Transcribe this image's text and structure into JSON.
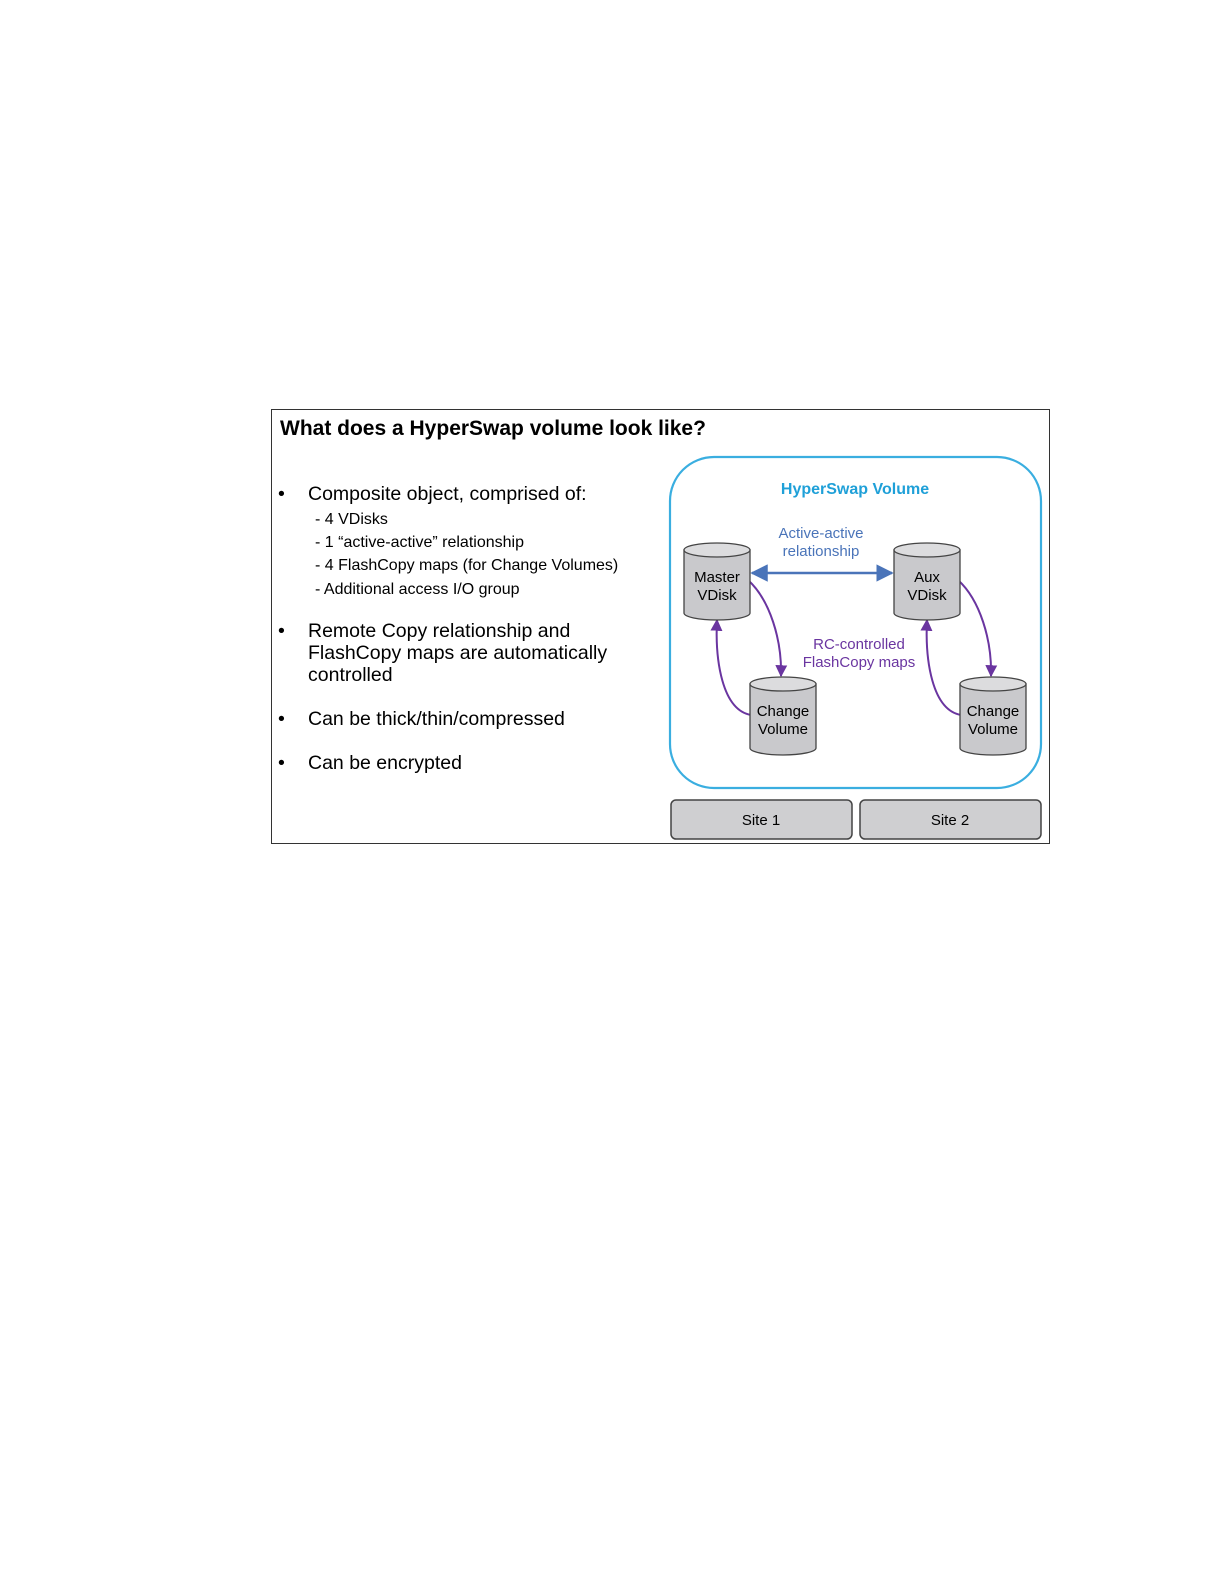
{
  "slide": {
    "title": "What does a HyperSwap volume look like?",
    "bullets": [
      {
        "text": "Composite object, comprised of:",
        "sub": [
          "- 4 VDisks",
          "- 1 “active-active” relationship",
          "- 4 FlashCopy maps (for Change Volumes)",
          "- Additional access I/O group"
        ]
      },
      {
        "text": "Remote Copy relationship and FlashCopy maps are automatically controlled",
        "sub": []
      },
      {
        "text": "Can be thick/thin/compressed",
        "sub": []
      },
      {
        "text": "Can be encrypted",
        "sub": []
      }
    ],
    "bullet_glyph": "•"
  },
  "diagram": {
    "container_title": "HyperSwap Volume",
    "relationship_label_line1": "Active-active",
    "relationship_label_line2": "relationship",
    "flashcopy_label_line1": "RC-controlled",
    "flashcopy_label_line2": "FlashCopy maps",
    "master": {
      "line1": "Master",
      "line2": "VDisk"
    },
    "aux": {
      "line1": "Aux",
      "line2": "VDisk"
    },
    "change_left": {
      "line1": "Change",
      "line2": "Volume"
    },
    "change_right": {
      "line1": "Change",
      "line2": "Volume"
    },
    "site1": "Site 1",
    "site2": "Site 2",
    "colors": {
      "container_border": "#3aaee0",
      "container_title": "#1fa0d8",
      "relationship": "#4a74b9",
      "flashcopy": "#6a35a0",
      "cylinder_fill": "#c9c9cc",
      "site_fill": "#cfcfd1"
    }
  }
}
